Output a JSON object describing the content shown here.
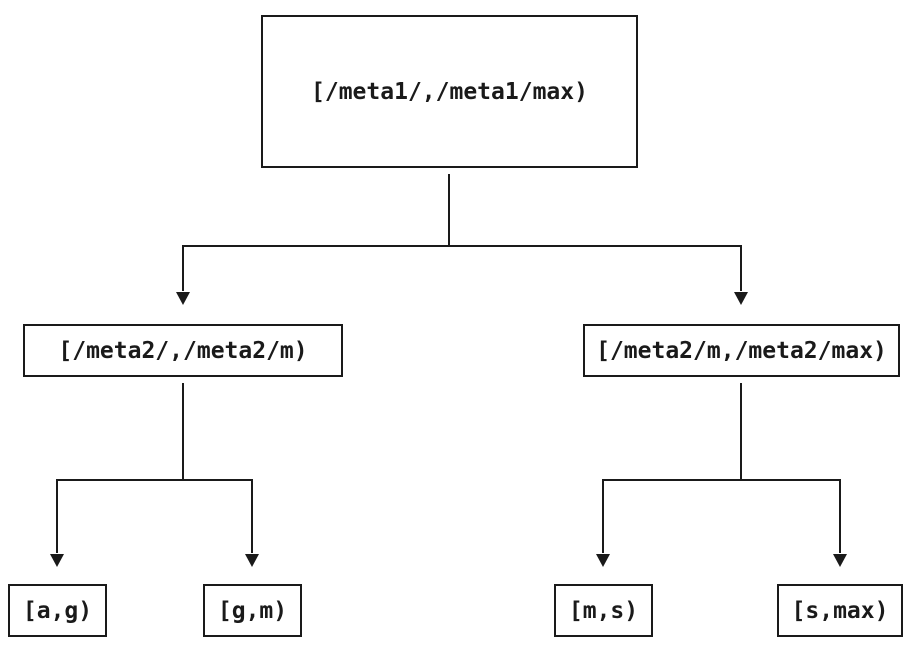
{
  "diagram": {
    "type": "tree",
    "nodes": {
      "root": {
        "label": "[/meta1/,/meta1/max)"
      },
      "left": {
        "label": "[/meta2/,/meta2/m)"
      },
      "right": {
        "label": "[/meta2/m,/meta2/max)"
      },
      "leaf_ag": {
        "label": "[a,g)"
      },
      "leaf_gm": {
        "label": "[g,m)"
      },
      "leaf_ms": {
        "label": "[m,s)"
      },
      "leaf_smax": {
        "label": "[s,max)"
      }
    },
    "edges": [
      {
        "from": "root",
        "to": "left"
      },
      {
        "from": "root",
        "to": "right"
      },
      {
        "from": "left",
        "to": "leaf_ag"
      },
      {
        "from": "left",
        "to": "leaf_gm"
      },
      {
        "from": "right",
        "to": "leaf_ms"
      },
      {
        "from": "right",
        "to": "leaf_smax"
      }
    ],
    "colors": {
      "line": "#1a1a1a",
      "text": "#1a1a1a",
      "background": "#ffffff"
    }
  }
}
